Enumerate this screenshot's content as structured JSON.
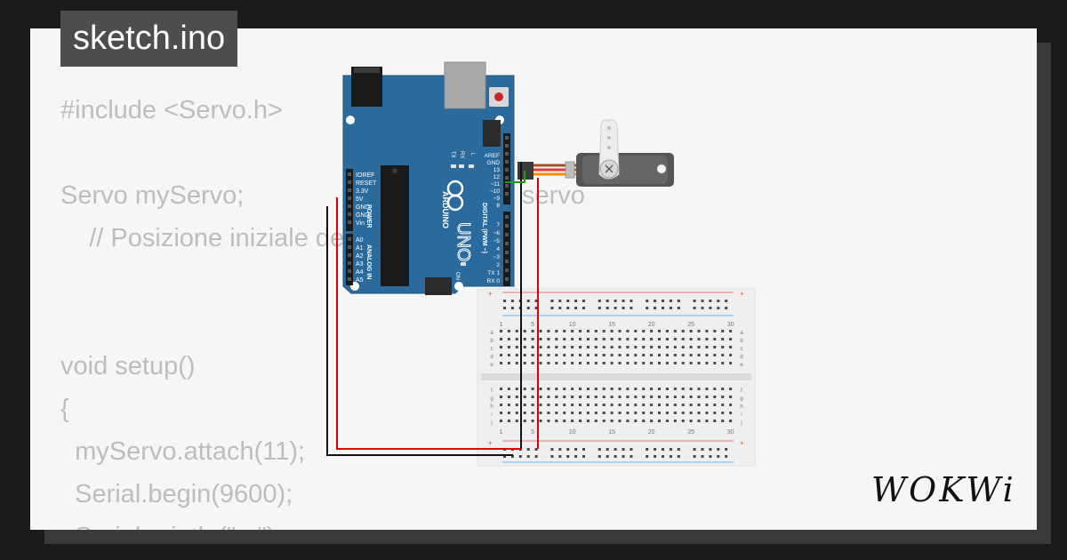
{
  "window": {
    "title": "sketch.ino"
  },
  "code": {
    "lines": [
      "#include <Servo.h>",
      "",
      "Servo myServo;                      // Oggetto servo",
      "    // Posizione iniziale del servomotore",
      "",
      "",
      "void setup()",
      "{",
      "  myServo.attach(11);",
      "  Serial.begin(9600);",
      "  Serial.println(\"...\");"
    ]
  },
  "board": {
    "brand": "ARDUINO",
    "model": "UNO",
    "on_label": "ON",
    "power_label": "POWER",
    "analog_label": "ANALOG IN",
    "digital_label": "DIGITAL (PWM ~)",
    "tx_label": "TX",
    "rx_label": "RX",
    "l_label": "L",
    "power_pins": [
      "IOREF",
      "RESET",
      "3.3V",
      "5V",
      "GND",
      "GND",
      "Vin"
    ],
    "analog_pins": [
      "A0",
      "A1",
      "A2",
      "A3",
      "A4",
      "A5"
    ],
    "digital_pins_top": [
      "AREF",
      "GND",
      "13",
      "12",
      "~11",
      "~10",
      "~9",
      "8"
    ],
    "digital_pins_bottom": [
      "7",
      "~6",
      "~5",
      "4",
      "~3",
      "2",
      "TX 1",
      "RX 0"
    ]
  },
  "breadboard": {
    "column_numbers": [
      "1",
      "5",
      "10",
      "15",
      "20",
      "25",
      "30"
    ],
    "rows_top": [
      "a",
      "b",
      "c",
      "d",
      "e"
    ],
    "rows_bottom": [
      "f",
      "g",
      "h",
      "i",
      "j"
    ],
    "plus_label": "+",
    "minus_label": "-"
  },
  "colors": {
    "board": "#2a6a9c",
    "wire_power": "#e00000",
    "wire_ground": "#111111",
    "wire_signal": "#1aa01a",
    "accent": "#4d4d4d"
  },
  "brand": {
    "name": "WOKWi"
  }
}
